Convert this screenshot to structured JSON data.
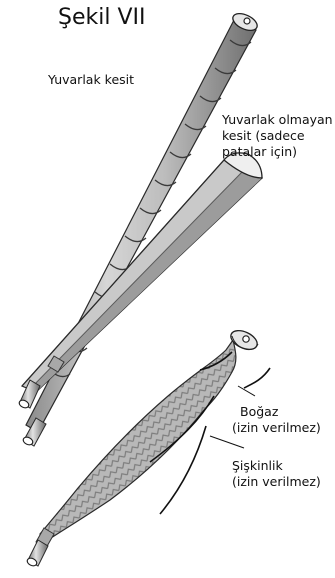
{
  "figure": {
    "title": "Şekil VII",
    "labels": {
      "round": "Yuvarlak kesit",
      "nonround_1": "Yuvarlak olmayan",
      "nonround_2": "kesit (sadece",
      "nonround_3": "patalar için)",
      "waist_1": "Boğaz",
      "waist_2": "(izin verilmez)",
      "bulge_1": "Şişkinlik",
      "bulge_2": "(izin verilmez)"
    }
  }
}
